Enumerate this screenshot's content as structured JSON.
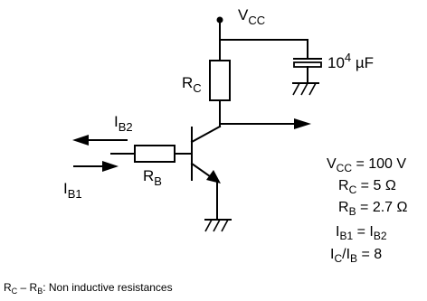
{
  "labels": {
    "vcc_main": "V",
    "vcc_main_sub": "CC",
    "rc": "R",
    "rc_sub": "C",
    "rb": "R",
    "rb_sub": "B",
    "ib2": "I",
    "ib2_sub": "B2",
    "ib1": "I",
    "ib1_sub": "B1",
    "capacitor_value": "10",
    "capacitor_exp": "4",
    "capacitor_unit": " µF"
  },
  "parameters": {
    "vcc": {
      "sym": "V",
      "sub": "CC",
      "eq": " = 100 V"
    },
    "rc": {
      "sym": "R",
      "sub": "C",
      "eq": " = 5 Ω"
    },
    "rb": {
      "sym": "R",
      "sub": "B",
      "eq": " = 2.7 Ω"
    },
    "ib": {
      "sym": "I",
      "sub": "B1",
      "eq": " = ",
      "sym2": "I",
      "sub2": "B2"
    },
    "gain": {
      "sym": "I",
      "sub": "C",
      "mid": "/I",
      "sub2": "B",
      "eq": " = 8"
    }
  },
  "footnote": {
    "r1": "R",
    "r1_sub": "C",
    "dash": " – ",
    "r2": "R",
    "r2_sub": "B",
    "text": ": Non inductive resistances"
  }
}
